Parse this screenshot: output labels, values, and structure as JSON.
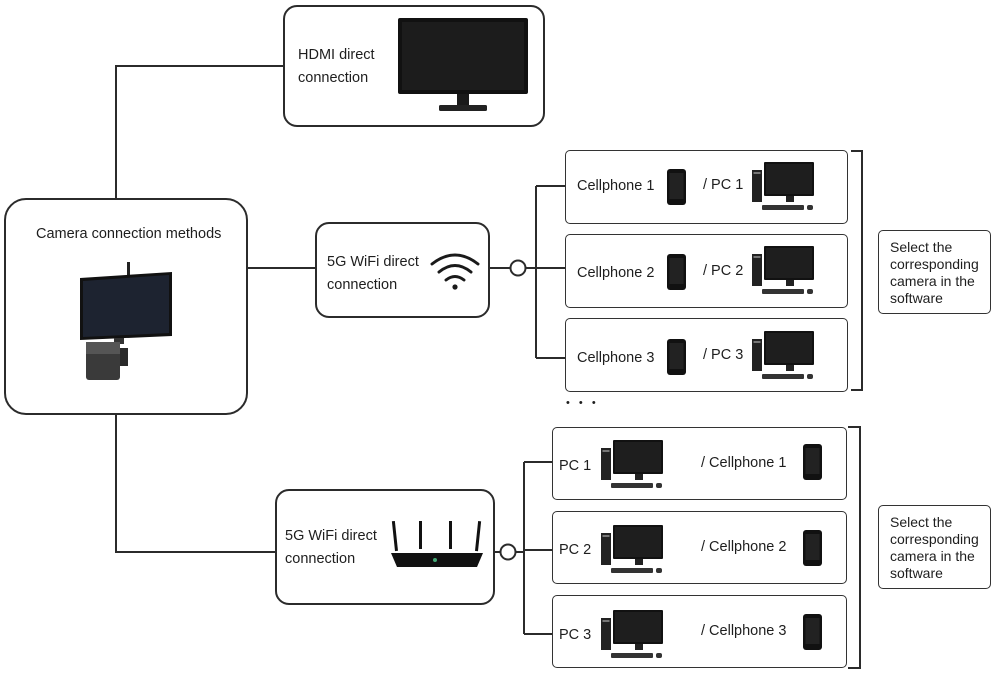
{
  "camera_box": {
    "title": "Camera connection methods"
  },
  "hdmi_box": {
    "line1": "HDMI direct",
    "line2": "connection"
  },
  "wifi_box_top": {
    "line1": "5G WiFi direct",
    "line2": "connection"
  },
  "wifi_box_bottom": {
    "line1": "5G WiFi direct",
    "line2": "connection"
  },
  "top_devices": [
    {
      "phone": "Cellphone 1",
      "pc": "/ PC 1"
    },
    {
      "phone": "Cellphone 2",
      "pc": "/ PC 2"
    },
    {
      "phone": "Cellphone 3",
      "pc": "/ PC 3"
    }
  ],
  "ellipsis": "• • •",
  "bottom_devices": [
    {
      "pc": "PC 1",
      "phone": "/ Cellphone 1"
    },
    {
      "pc": "PC 2",
      "phone": "/ Cellphone 2"
    },
    {
      "pc": "PC 3",
      "phone": "/ Cellphone 3"
    }
  ],
  "note_top": {
    "lines": [
      "Select the",
      "corresponding",
      "camera in the",
      "software"
    ]
  },
  "note_bottom": {
    "lines": [
      "Select the",
      "corresponding",
      "camera in the",
      "software"
    ]
  }
}
